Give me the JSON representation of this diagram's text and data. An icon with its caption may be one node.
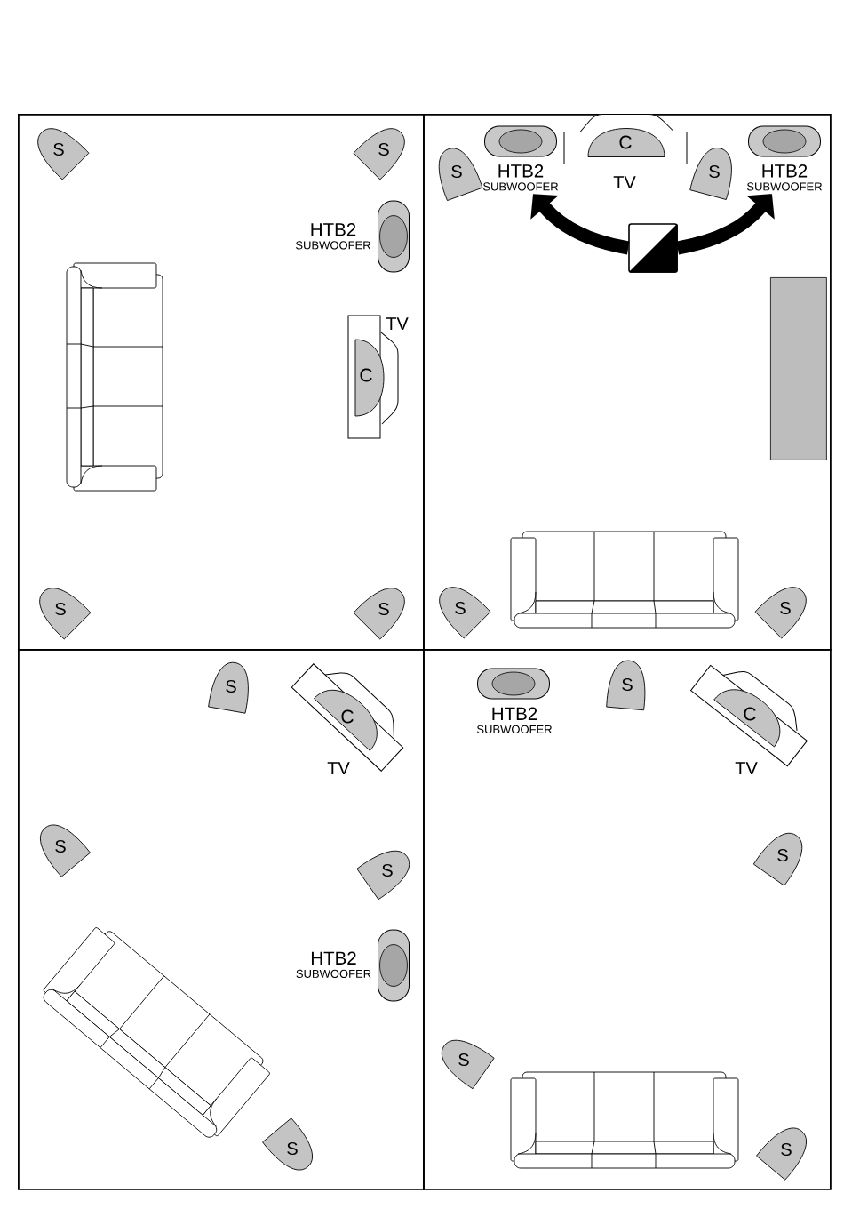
{
  "diagram": {
    "nodes": [
      {
        "text": [],
        "shape": "box"
      },
      {
        "text": [
          "S"
        ],
        "in": 0
      },
      {
        "text": [
          "S"
        ],
        "in": 0
      },
      {
        "text": [
          "HTB2",
          "SUBWOOFER"
        ],
        "in": 0
      },
      {
        "text": [
          "TV"
        ],
        "in": 0
      },
      {
        "text": [
          "C"
        ],
        "in": 4
      },
      {
        "text": [
          "S"
        ],
        "in": 0
      },
      {
        "text": [
          "S"
        ],
        "in": 0
      },
      {
        "text": [],
        "shape": "box"
      },
      {
        "text": [
          "S"
        ],
        "in": 8
      },
      {
        "text": [
          "HTB2",
          "SUBWOOFER"
        ],
        "in": 8
      },
      {
        "text": [
          "TV"
        ],
        "in": 8
      },
      {
        "text": [
          "C"
        ],
        "in": 11
      },
      {
        "text": [
          "S"
        ],
        "in": 8
      },
      {
        "text": [
          "HTB2",
          "SUBWOOFER"
        ],
        "in": 8
      },
      {
        "text": [],
        "shape": "box",
        "in": 8
      },
      {
        "text": [],
        "shape": "box",
        "in": 8
      },
      {
        "text": [
          "S"
        ],
        "in": 8
      },
      {
        "text": [
          "S"
        ],
        "in": 8
      },
      {
        "text": [],
        "shape": "box"
      },
      {
        "text": [
          "S"
        ],
        "in": 19
      },
      {
        "text": [
          "TV"
        ],
        "in": 19
      },
      {
        "text": [
          "C"
        ],
        "in": 21
      },
      {
        "text": [
          "S"
        ],
        "in": 19
      },
      {
        "text": [
          "S"
        ],
        "in": 19
      },
      {
        "text": [
          "HTB2",
          "SUBWOOFER"
        ],
        "in": 19
      },
      {
        "text": [
          "S"
        ],
        "in": 19
      },
      {
        "text": [],
        "shape": "box"
      },
      {
        "text": [
          "HTB2",
          "SUBWOOFER"
        ],
        "in": 27
      },
      {
        "text": [
          "S"
        ],
        "in": 27
      },
      {
        "text": [
          "TV"
        ],
        "in": 27
      },
      {
        "text": [
          "C"
        ],
        "in": 30
      },
      {
        "text": [
          "S"
        ],
        "in": 27
      },
      {
        "text": [
          "S"
        ],
        "in": 27
      },
      {
        "text": [
          "S"
        ],
        "in": 27
      }
    ],
    "edges": [
      {
        "from": 15,
        "to": 10,
        "arrow": "to"
      },
      {
        "from": 15,
        "to": 14,
        "arrow": "to"
      }
    ]
  }
}
